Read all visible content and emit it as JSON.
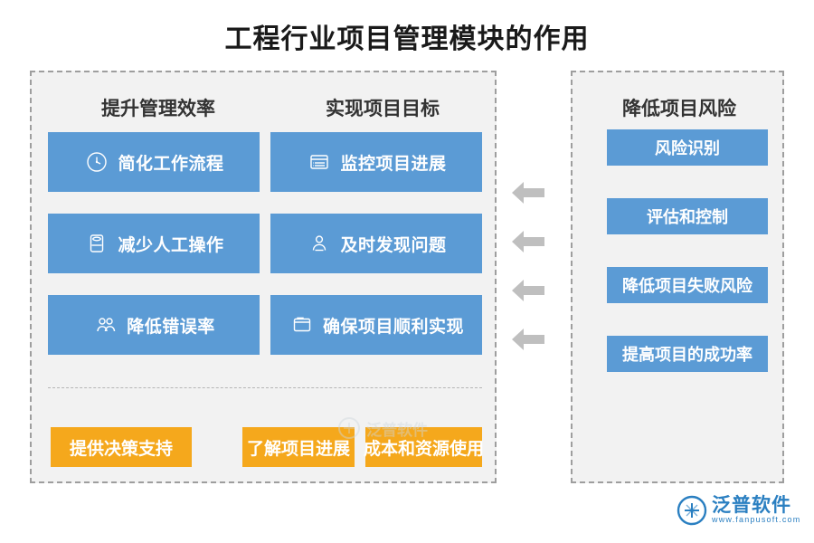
{
  "title": "工程行业项目管理模块的作用",
  "left_panel": {
    "columns": [
      {
        "heading": "提升管理效率",
        "items": [
          {
            "label": "简化工作流程",
            "icon": "clock-icon"
          },
          {
            "label": "减少人工操作",
            "icon": "database-icon"
          },
          {
            "label": "降低错误率",
            "icon": "people-icon"
          }
        ]
      },
      {
        "heading": "实现项目目标",
        "items": [
          {
            "label": "监控项目进展",
            "icon": "list-card-icon"
          },
          {
            "label": "及时发现问题",
            "icon": "person-icon"
          },
          {
            "label": "确保项目顺利实现",
            "icon": "folder-icon"
          }
        ]
      }
    ],
    "footer_items": [
      {
        "label": "提供决策支持"
      },
      {
        "label": "了解项目进展"
      },
      {
        "label": "成本和资源使用"
      }
    ]
  },
  "right_panel": {
    "heading": "降低项目风险",
    "items": [
      {
        "label": "风险识别"
      },
      {
        "label": "评估和控制"
      },
      {
        "label": "降低项目失败风险"
      },
      {
        "label": "提高项目的成功率"
      }
    ]
  },
  "arrows": [
    {
      "name": "arrow-left-1",
      "direction": "left"
    },
    {
      "name": "arrow-left-2",
      "direction": "left"
    },
    {
      "name": "arrow-left-3",
      "direction": "left"
    },
    {
      "name": "arrow-left-4",
      "direction": "left"
    }
  ],
  "watermark": {
    "center_text": "泛普软件",
    "logo_cn": "泛普软件",
    "logo_en": "www.fanpusoft.com"
  },
  "colors": {
    "blue": "#5b9bd5",
    "orange": "#f5a81c",
    "panel_bg": "#f2f2f2",
    "panel_border": "#9e9e9e",
    "arrow": "#bfbfbf",
    "brand": "#2a7fc1",
    "title": "#1a1a1a"
  }
}
